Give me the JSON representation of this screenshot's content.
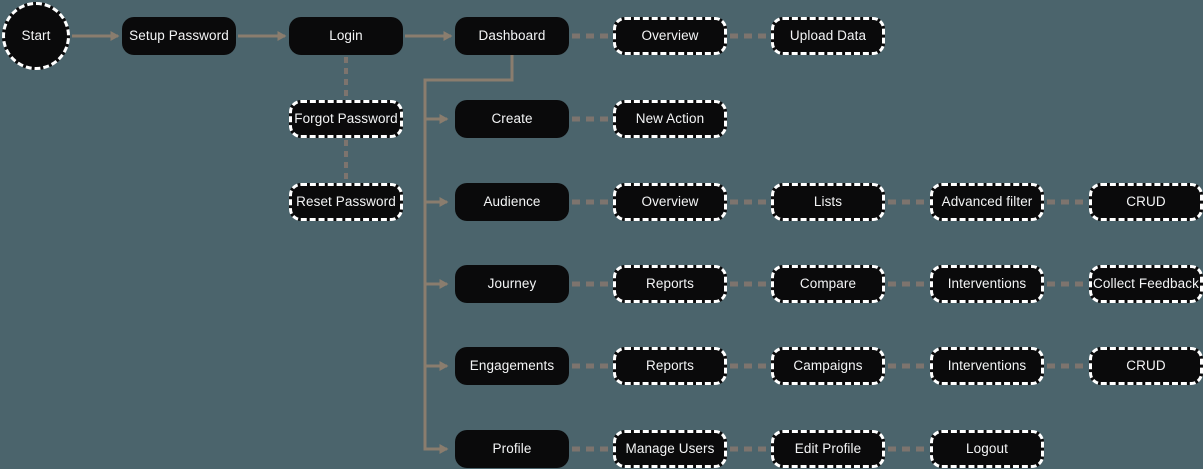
{
  "diagram": {
    "colors": {
      "background": "#4b646c",
      "node_fill": "#0a0a0b",
      "node_text": "#f4f5f6",
      "node_border": "#ffffff",
      "solid_connector": "#8a7d6e",
      "dashed_connector": "#7d746e"
    },
    "nodes": [
      {
        "id": "start",
        "label": "Start",
        "shape": "circle",
        "variant": "dashed",
        "col": 0,
        "row": 0
      },
      {
        "id": "setup-password",
        "label": "Setup Password",
        "shape": "rect",
        "variant": "solid",
        "col": 1,
        "row": 0
      },
      {
        "id": "login",
        "label": "Login",
        "shape": "rect",
        "variant": "solid",
        "col": 2,
        "row": 0
      },
      {
        "id": "dashboard",
        "label": "Dashboard",
        "shape": "rect",
        "variant": "solid",
        "col": 3,
        "row": 0
      },
      {
        "id": "overview-dashboard",
        "label": "Overview",
        "shape": "rect",
        "variant": "dashed",
        "col": 4,
        "row": 0
      },
      {
        "id": "upload-data",
        "label": "Upload Data",
        "shape": "rect",
        "variant": "dashed",
        "col": 5,
        "row": 0
      },
      {
        "id": "forgot-password",
        "label": "Forgot Password",
        "shape": "rect",
        "variant": "dashed",
        "col": 2,
        "row": 1
      },
      {
        "id": "create",
        "label": "Create",
        "shape": "rect",
        "variant": "solid",
        "col": 3,
        "row": 1
      },
      {
        "id": "new-action",
        "label": "New Action",
        "shape": "rect",
        "variant": "dashed",
        "col": 4,
        "row": 1
      },
      {
        "id": "reset-password",
        "label": "Reset Password",
        "shape": "rect",
        "variant": "dashed",
        "col": 2,
        "row": 2
      },
      {
        "id": "audience",
        "label": "Audience",
        "shape": "rect",
        "variant": "solid",
        "col": 3,
        "row": 2
      },
      {
        "id": "overview-audience",
        "label": "Overview",
        "shape": "rect",
        "variant": "dashed",
        "col": 4,
        "row": 2
      },
      {
        "id": "lists",
        "label": "Lists",
        "shape": "rect",
        "variant": "dashed",
        "col": 5,
        "row": 2
      },
      {
        "id": "advanced-filter",
        "label": "Advanced filter",
        "shape": "rect",
        "variant": "dashed",
        "col": 6,
        "row": 2
      },
      {
        "id": "crud-audience",
        "label": "CRUD",
        "shape": "rect",
        "variant": "dashed",
        "col": 7,
        "row": 2
      },
      {
        "id": "journey",
        "label": "Journey",
        "shape": "rect",
        "variant": "solid",
        "col": 3,
        "row": 3
      },
      {
        "id": "reports-journey",
        "label": "Reports",
        "shape": "rect",
        "variant": "dashed",
        "col": 4,
        "row": 3
      },
      {
        "id": "compare",
        "label": "Compare",
        "shape": "rect",
        "variant": "dashed",
        "col": 5,
        "row": 3
      },
      {
        "id": "interventions-journey",
        "label": "Interventions",
        "shape": "rect",
        "variant": "dashed",
        "col": 6,
        "row": 3
      },
      {
        "id": "collect-feedback",
        "label": "Collect Feedback",
        "shape": "rect",
        "variant": "dashed",
        "col": 7,
        "row": 3
      },
      {
        "id": "engagements",
        "label": "Engagements",
        "shape": "rect",
        "variant": "solid",
        "col": 3,
        "row": 4
      },
      {
        "id": "reports-engagements",
        "label": "Reports",
        "shape": "rect",
        "variant": "dashed",
        "col": 4,
        "row": 4
      },
      {
        "id": "campaigns",
        "label": "Campaigns",
        "shape": "rect",
        "variant": "dashed",
        "col": 5,
        "row": 4
      },
      {
        "id": "interventions-engagements",
        "label": "Interventions",
        "shape": "rect",
        "variant": "dashed",
        "col": 6,
        "row": 4
      },
      {
        "id": "crud-engagements",
        "label": "CRUD",
        "shape": "rect",
        "variant": "dashed",
        "col": 7,
        "row": 4
      },
      {
        "id": "profile",
        "label": "Profile",
        "shape": "rect",
        "variant": "solid",
        "col": 3,
        "row": 5
      },
      {
        "id": "manage-users",
        "label": "Manage Users",
        "shape": "rect",
        "variant": "dashed",
        "col": 4,
        "row": 5
      },
      {
        "id": "edit-profile",
        "label": "Edit Profile",
        "shape": "rect",
        "variant": "dashed",
        "col": 5,
        "row": 5
      },
      {
        "id": "logout",
        "label": "Logout",
        "shape": "rect",
        "variant": "dashed",
        "col": 6,
        "row": 5
      }
    ],
    "edges": [
      {
        "from": "start",
        "to": "setup-password",
        "style": "solid-arrow"
      },
      {
        "from": "setup-password",
        "to": "login",
        "style": "solid-arrow"
      },
      {
        "from": "login",
        "to": "dashboard",
        "style": "solid-arrow"
      },
      {
        "from": "dashboard",
        "to": "overview-dashboard",
        "style": "dashed"
      },
      {
        "from": "overview-dashboard",
        "to": "upload-data",
        "style": "dashed"
      },
      {
        "from": "login",
        "to": "forgot-password",
        "style": "dashed-vertical"
      },
      {
        "from": "forgot-password",
        "to": "reset-password",
        "style": "dashed-vertical"
      },
      {
        "from": "create",
        "to": "new-action",
        "style": "dashed"
      },
      {
        "from": "audience",
        "to": "overview-audience",
        "style": "dashed"
      },
      {
        "from": "overview-audience",
        "to": "lists",
        "style": "dashed"
      },
      {
        "from": "lists",
        "to": "advanced-filter",
        "style": "dashed"
      },
      {
        "from": "advanced-filter",
        "to": "crud-audience",
        "style": "dashed"
      },
      {
        "from": "journey",
        "to": "reports-journey",
        "style": "dashed"
      },
      {
        "from": "reports-journey",
        "to": "compare",
        "style": "dashed"
      },
      {
        "from": "compare",
        "to": "interventions-journey",
        "style": "dashed"
      },
      {
        "from": "interventions-journey",
        "to": "collect-feedback",
        "style": "dashed"
      },
      {
        "from": "engagements",
        "to": "reports-engagements",
        "style": "dashed"
      },
      {
        "from": "reports-engagements",
        "to": "campaigns",
        "style": "dashed"
      },
      {
        "from": "campaigns",
        "to": "interventions-engagements",
        "style": "dashed"
      },
      {
        "from": "interventions-engagements",
        "to": "crud-engagements",
        "style": "dashed"
      },
      {
        "from": "profile",
        "to": "manage-users",
        "style": "dashed"
      },
      {
        "from": "manage-users",
        "to": "edit-profile",
        "style": "dashed"
      },
      {
        "from": "edit-profile",
        "to": "logout",
        "style": "dashed"
      }
    ],
    "trunk": {
      "from": "dashboard",
      "branches": [
        "create",
        "audience",
        "journey",
        "engagements"
      ],
      "elbow_into": "profile"
    }
  }
}
